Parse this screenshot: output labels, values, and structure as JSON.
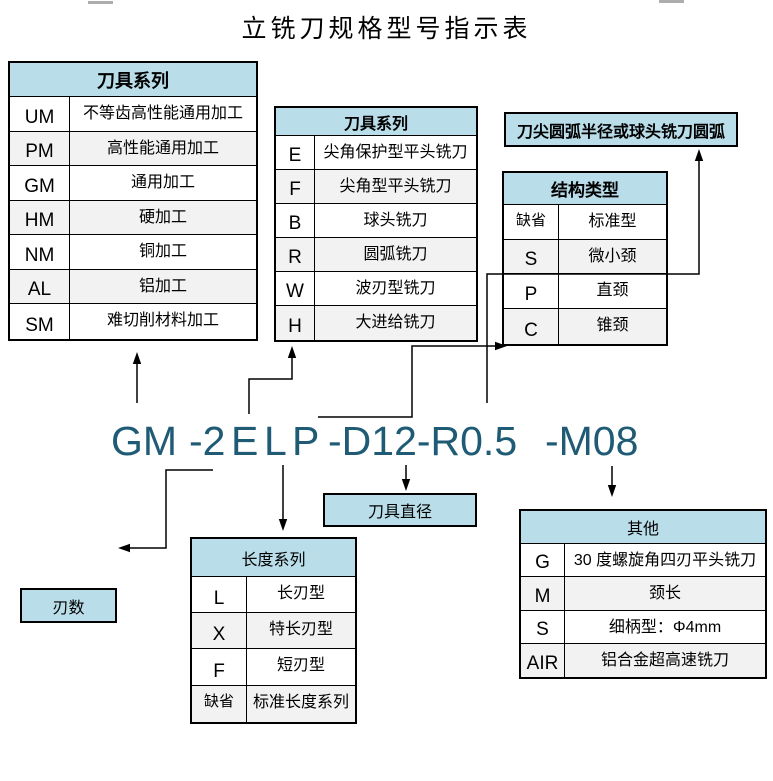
{
  "title": "立铣刀规格型号指示表",
  "colors": {
    "header_blue": "#b9dde9",
    "row_gray": "#f2f2f2",
    "model_text": "#1f5b75"
  },
  "model": {
    "full": "GM -2 E L P -D12-R0.5 -M08",
    "segments": {
      "series": "GM",
      "flutes": "-2",
      "edge": "E",
      "length": "L",
      "neck": "P",
      "diameter_radius": "-D12-R0.5",
      "other": "-M08"
    }
  },
  "labels": {
    "tip_radius": "刀尖圆弧半径或球头铣刀圆弧",
    "diameter": "刀具直径",
    "flute_count": "刃数"
  },
  "tables": {
    "series_left": {
      "title": "刀具系列",
      "rows": [
        {
          "code": "UM",
          "desc": "不等齿高性能通用加工"
        },
        {
          "code": "PM",
          "desc": "高性能通用加工"
        },
        {
          "code": "GM",
          "desc": "通用加工"
        },
        {
          "code": "HM",
          "desc": "硬加工"
        },
        {
          "code": "NM",
          "desc": "铜加工"
        },
        {
          "code": "AL",
          "desc": "铝加工"
        },
        {
          "code": "SM",
          "desc": "难切削材料加工"
        }
      ]
    },
    "series_mid": {
      "title": "刀具系列",
      "rows": [
        {
          "code": "E",
          "desc": "尖角保护型平头铣刀"
        },
        {
          "code": "F",
          "desc": "尖角型平头铣刀"
        },
        {
          "code": "B",
          "desc": "球头铣刀"
        },
        {
          "code": "R",
          "desc": "圆弧铣刀"
        },
        {
          "code": "W",
          "desc": "波刃型铣刀"
        },
        {
          "code": "H",
          "desc": "大进给铣刀"
        }
      ]
    },
    "structure_type": {
      "title": "结构类型",
      "rows": [
        {
          "code": "缺省",
          "desc": "标准型"
        },
        {
          "code": "S",
          "desc": "微小颈"
        },
        {
          "code": "P",
          "desc": "直颈"
        },
        {
          "code": "C",
          "desc": "锥颈"
        }
      ]
    },
    "length_series": {
      "title": "长度系列",
      "rows": [
        {
          "code": "L",
          "desc": "长刃型"
        },
        {
          "code": "X",
          "desc": "特长刃型"
        },
        {
          "code": "F",
          "desc": "短刃型"
        },
        {
          "code": "缺省",
          "desc": "标准长度系列"
        }
      ]
    },
    "other": {
      "title": "其他",
      "rows": [
        {
          "code": "G",
          "desc": "30 度螺旋角四刃平头铣刀"
        },
        {
          "code": "M",
          "desc": "颈长"
        },
        {
          "code": "S",
          "desc": "细柄型：Φ4mm"
        },
        {
          "code": "AIR",
          "desc": "铝合金超高速铣刀"
        }
      ]
    }
  }
}
